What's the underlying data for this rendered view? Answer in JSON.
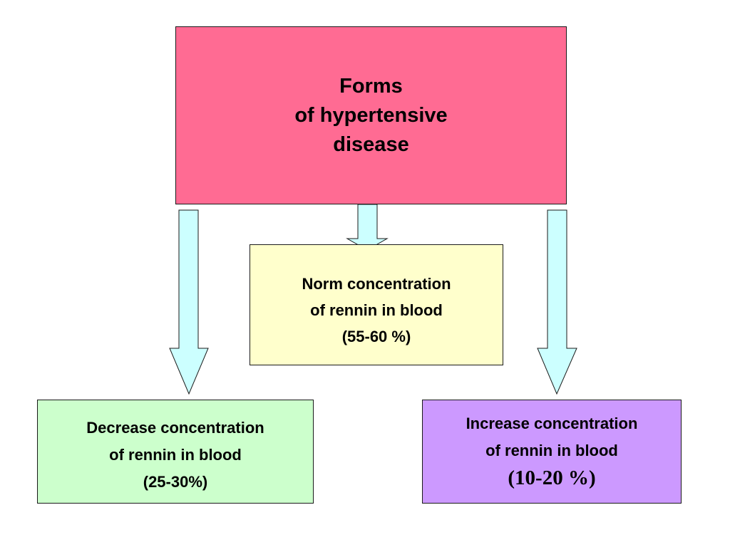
{
  "top_box": {
    "lines": [
      "Forms",
      "of hypertensive",
      "disease"
    ],
    "color": "#ff6b93"
  },
  "middle_box": {
    "lines": [
      "Norm concentration",
      "of rennin in blood",
      "(55-60 %)"
    ],
    "color": "#ffffcc"
  },
  "left_box": {
    "lines": [
      "Decrease concentration",
      "of rennin in blood",
      "(25-30%)"
    ],
    "color": "#ccffcc"
  },
  "right_box": {
    "lines": [
      "Increase concentration",
      "of rennin in blood",
      "(10-20 %)"
    ],
    "color": "#cc99ff"
  },
  "arrow_color": "#ccffff"
}
